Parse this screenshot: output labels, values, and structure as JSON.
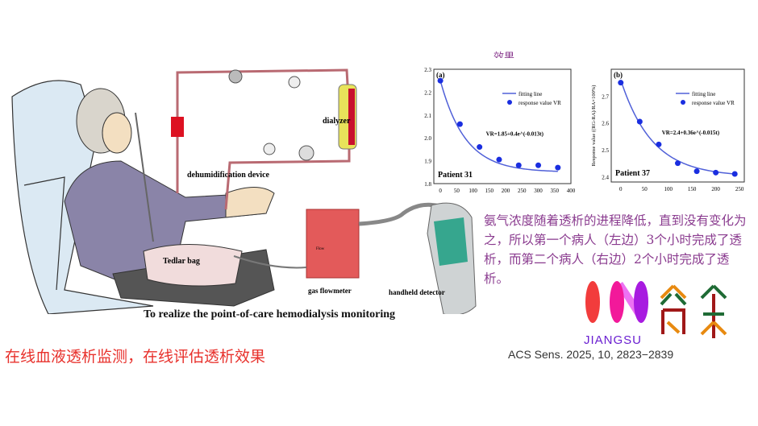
{
  "top_clipped_text": "效果",
  "illustration": {
    "labels": {
      "dialyzer": "dialyzer",
      "dehumidification": "dehumidification device",
      "tedlar": "Tedlar bag",
      "flowmeter": "gas flowmeter",
      "detector": "handheld detector",
      "flow": "Flow"
    },
    "caption": "To realize the point-of-care hemodialysis monitoring"
  },
  "left_text": "在线血液透析监测，在线评估透析效果",
  "right_text": "氨气浓度随着透析的进程降低，直到没有变化为之，所以第一个病人（左边）3个小时完成了透析，而第二个病人（右边）2个小时完成了透析。",
  "citation": "ACS Sens. 2025, 10, 2823−2839",
  "logo": {
    "text": "JIANGSU"
  },
  "colors": {
    "red_text": "#e8312c",
    "purple_text": "#8a3b8f",
    "fit_line": "#5060d8",
    "points": "#1a2ee0"
  },
  "chart_data": [
    {
      "type": "scatter",
      "panel": "(a)",
      "annotation": "Patient 31",
      "equation": "VR=1.85+0.4e^(-0.013t)",
      "legend": [
        "fitting line",
        "response value VR"
      ],
      "legend_position": "top-right",
      "x": [
        0,
        60,
        120,
        180,
        240,
        300,
        360
      ],
      "y": [
        2.25,
        2.06,
        1.96,
        1.905,
        1.88,
        1.88,
        1.87
      ],
      "fit": {
        "a": 1.85,
        "b": 0.4,
        "k": 0.013
      },
      "xlim": [
        -20,
        400
      ],
      "ylim": [
        1.8,
        2.3
      ],
      "xticks": [
        0,
        50,
        100,
        150,
        200,
        250,
        300,
        350,
        400
      ],
      "yticks": [
        "1.8",
        "1.9",
        "2.0",
        "2.1",
        "2.2",
        "2.3"
      ]
    },
    {
      "type": "scatter",
      "panel": "(b)",
      "annotation": "Patient 37",
      "equation": "VR=2.4+0.36e^(-0.015t)",
      "ylabel": "Response value ((RG-RA)/RA×100%)",
      "legend": [
        "fitting line",
        "response value VR"
      ],
      "legend_position": "top-right",
      "x": [
        0,
        40,
        80,
        120,
        160,
        200,
        240
      ],
      "y": [
        2.75,
        2.605,
        2.52,
        2.45,
        2.42,
        2.415,
        2.41
      ],
      "fit": {
        "a": 2.4,
        "b": 0.36,
        "k": 0.015
      },
      "xlim": [
        -20,
        260
      ],
      "ylim": [
        2.38,
        2.8
      ],
      "xticks": [
        0,
        50,
        100,
        150,
        200,
        250
      ],
      "yticks": [
        "2.4",
        "2.5",
        "2.6",
        "2.7"
      ]
    }
  ]
}
